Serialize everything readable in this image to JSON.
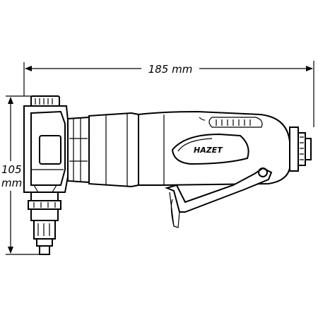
{
  "dimensions": {
    "width_label": "185 mm",
    "height_value": "105",
    "height_unit": "mm"
  },
  "brand": {
    "logo_text": "HAZET"
  }
}
